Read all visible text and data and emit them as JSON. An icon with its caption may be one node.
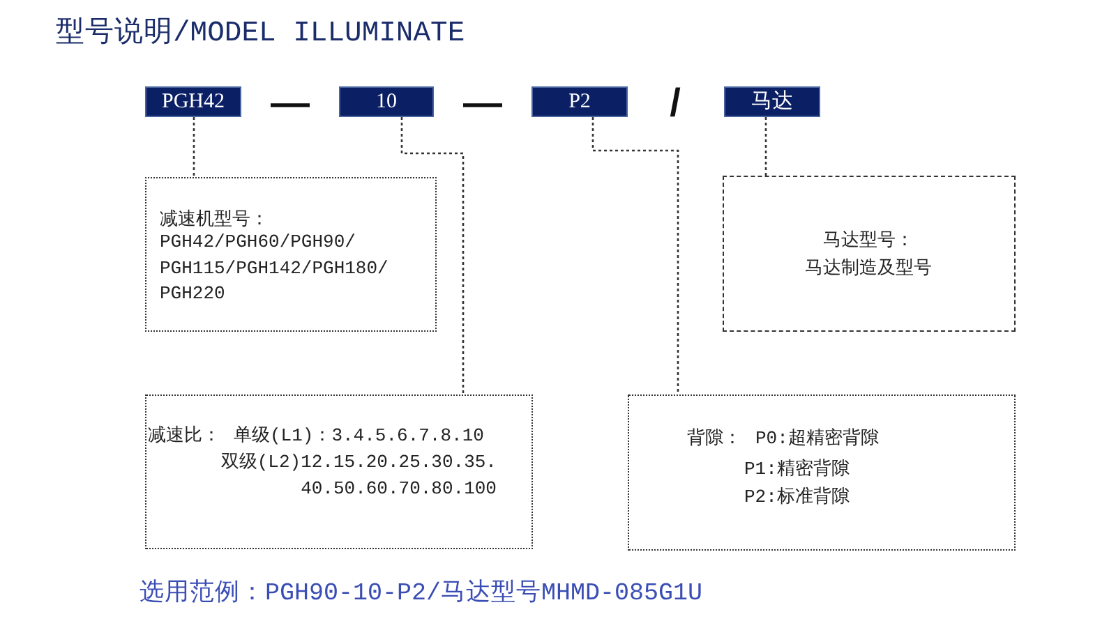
{
  "diagram": {
    "title": "型号说明/MODEL ILLUMINATE",
    "caption": "选用范例：PGH90-10-P2/马达型号MHMD-085G1U",
    "nodes": [
      {
        "text": [
          "PGH42"
        ]
      },
      {
        "text": [
          "10"
        ]
      },
      {
        "text": [
          "P2"
        ]
      },
      {
        "text": [
          "马达"
        ]
      },
      {
        "text": [
          "减速机型号：",
          "PGH42/PGH60/PGH90/ PGH115/PGH142/PGH180/ PGH220"
        ]
      },
      {
        "text": [
          "马达型号：",
          "马达制造及型号"
        ]
      },
      {
        "text": [
          "减速比：",
          "单级(L1)：3.4.5.6.7.8.10",
          "双级(L2)12.15.20.25.30.35. 40.50.60.70.80.100"
        ]
      },
      {
        "text": [
          "背隙：",
          "P0:超精密背隙",
          "P1:精密背隙",
          "P2:标准背隙"
        ]
      }
    ],
    "edges": [
      {
        "from": 0,
        "to": 4,
        "arrow": "none"
      },
      {
        "from": 1,
        "to": 6,
        "arrow": "none"
      },
      {
        "from": 2,
        "to": 7,
        "arrow": "none"
      },
      {
        "from": 3,
        "to": 5,
        "arrow": "none"
      }
    ],
    "labels": [
      "—",
      "—",
      "/"
    ]
  }
}
